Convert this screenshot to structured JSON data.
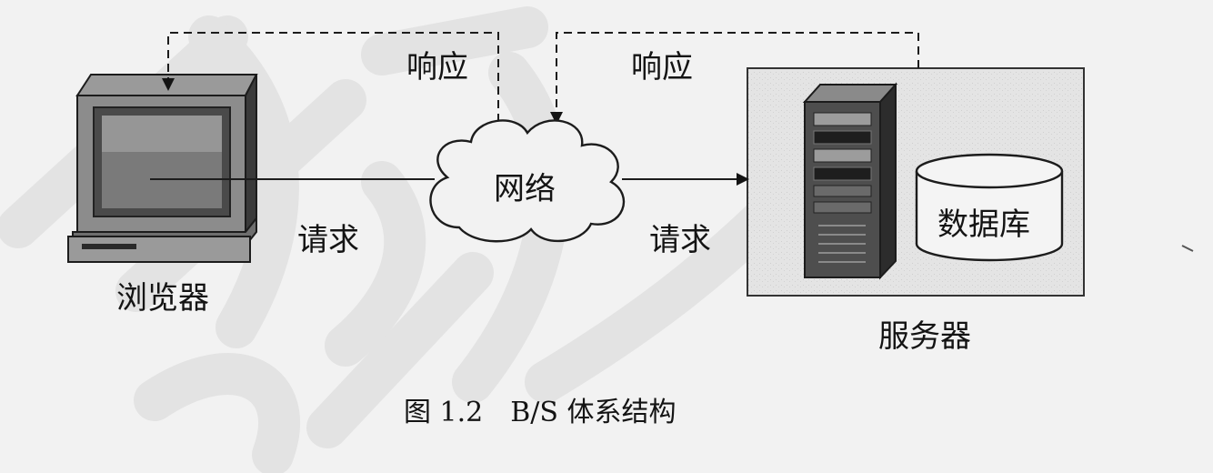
{
  "diagram": {
    "browser": {
      "label": "浏览器",
      "icon": "desktop-computer-icon"
    },
    "network": {
      "label": "网络",
      "icon": "cloud-icon"
    },
    "server": {
      "label": "服务器",
      "icon": "server-tower-icon",
      "database": {
        "label": "数据库",
        "icon": "database-cylinder-icon"
      }
    },
    "request_left": "请求",
    "request_right": "请求",
    "response_left": "响应",
    "response_right": "响应",
    "caption": "图 1.2　B/S 体系结构"
  },
  "colors": {
    "background": "#f2f2f2",
    "watermark": "#e2e2e2",
    "ink": "#141414",
    "server_panel": "#e3e3e3"
  }
}
